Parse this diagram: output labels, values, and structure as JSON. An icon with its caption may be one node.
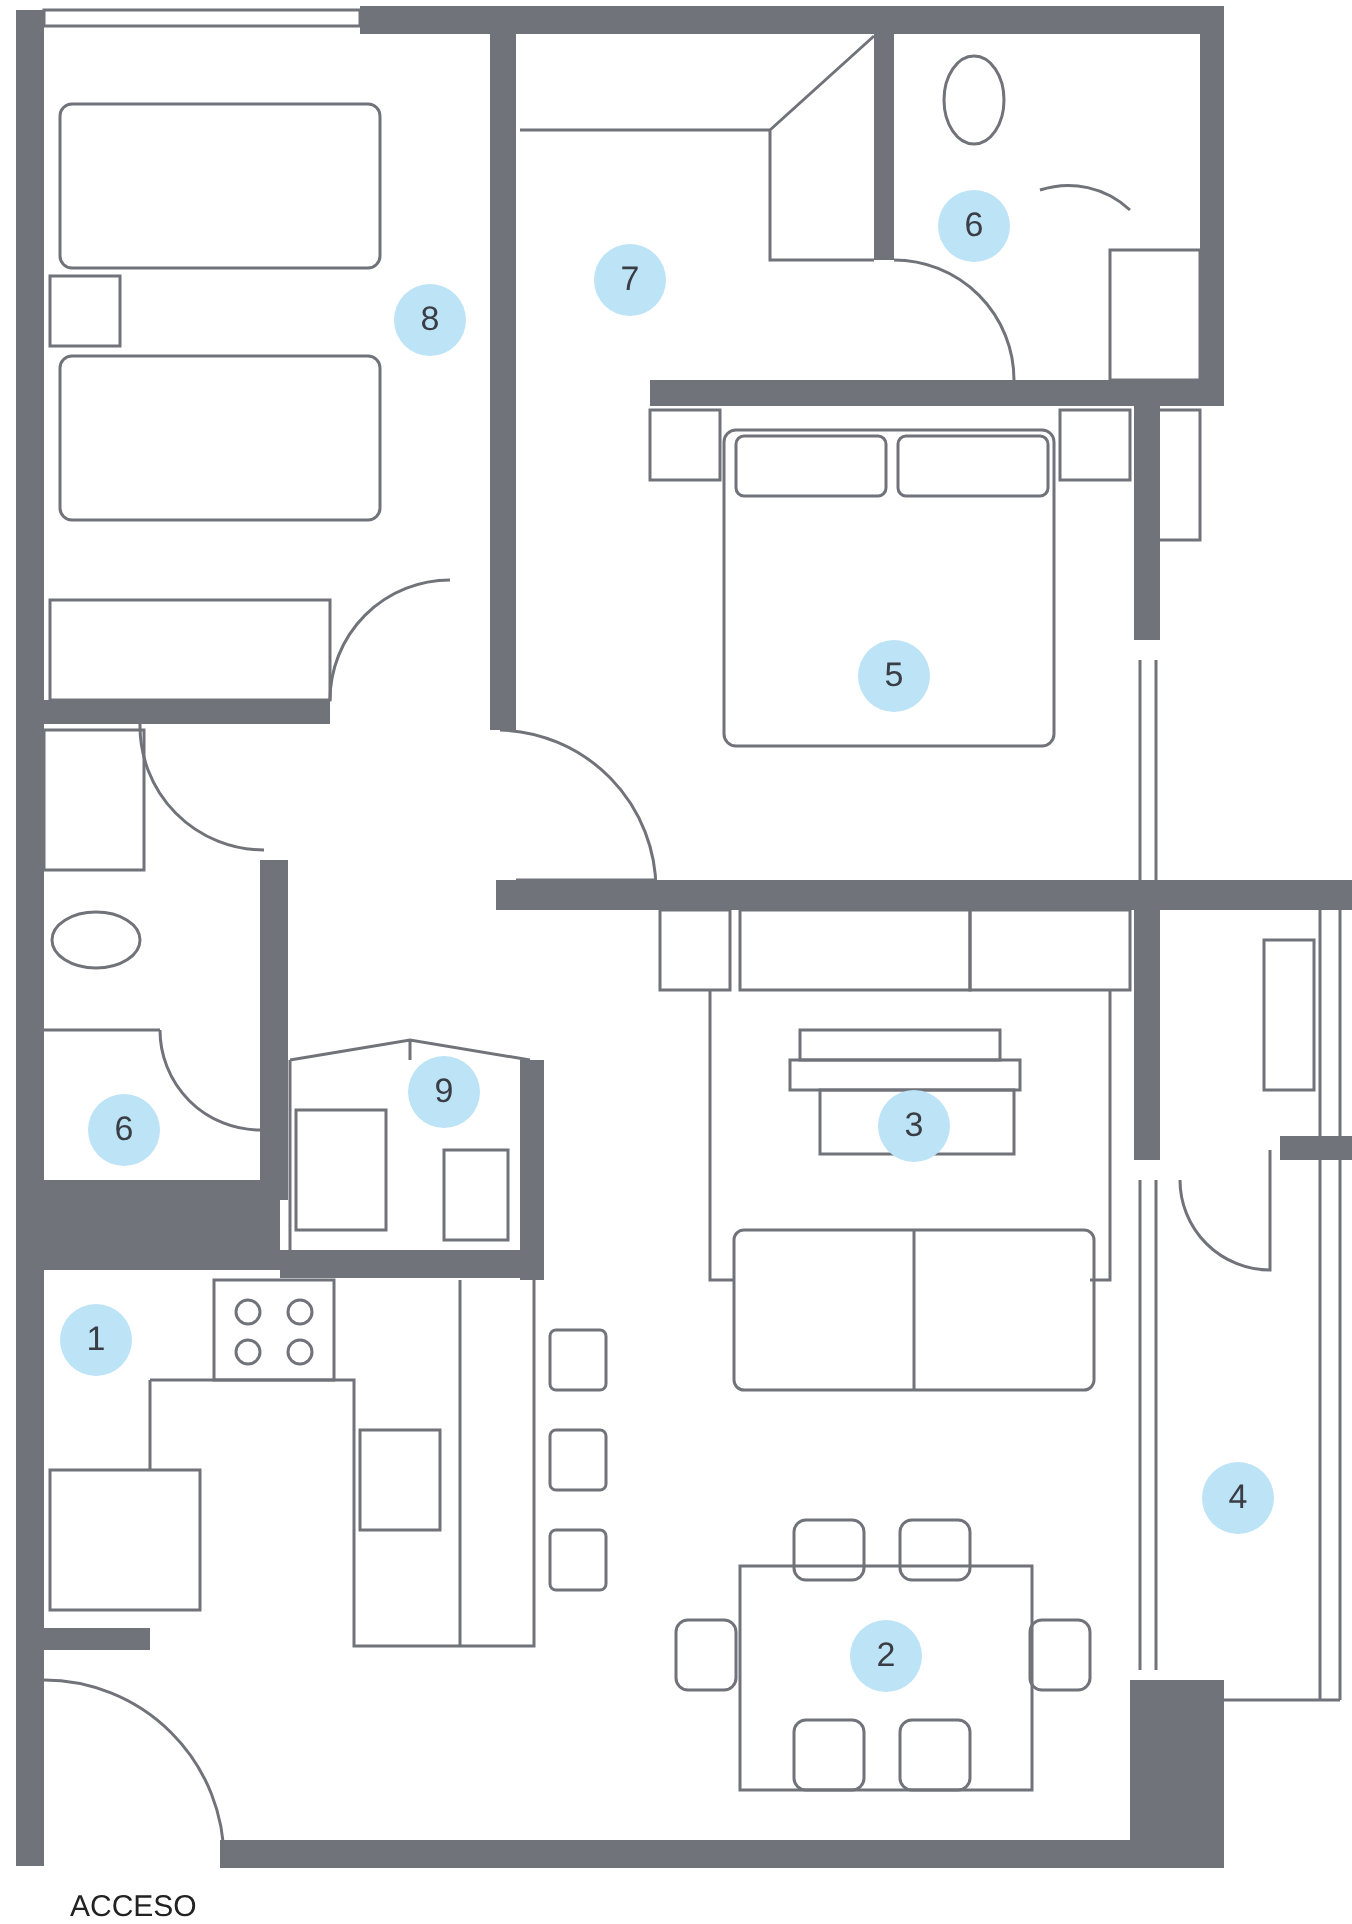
{
  "diagram": {
    "labels": [
      "6",
      "7",
      "8",
      "5",
      "9",
      "3",
      "6",
      "1",
      "4",
      "2",
      "ACCESO"
    ]
  }
}
